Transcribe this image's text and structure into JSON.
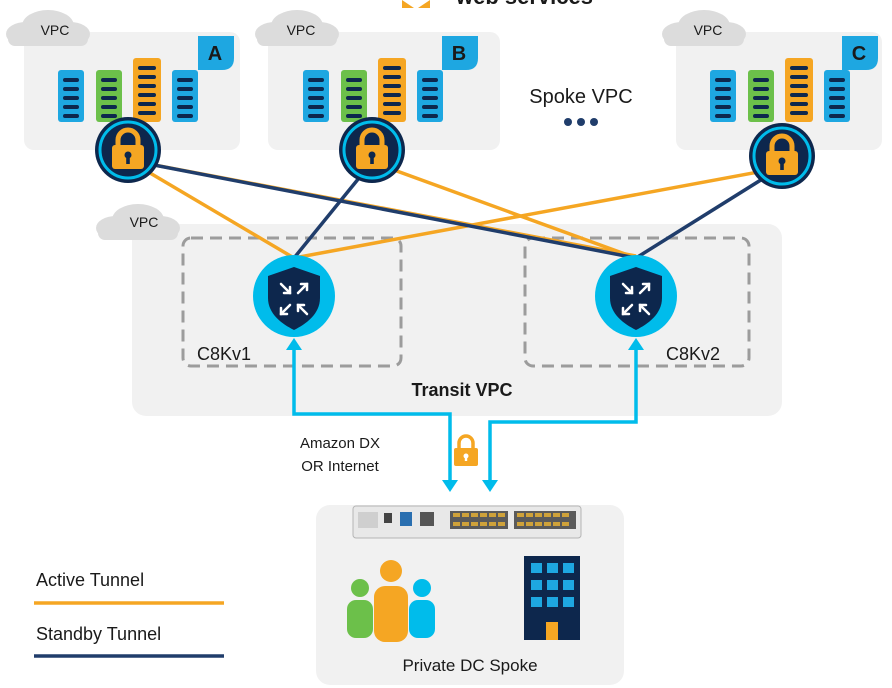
{
  "header": {
    "logo_text": "web services"
  },
  "vpcs": [
    {
      "cloud_label": "VPC",
      "badge": "A"
    },
    {
      "cloud_label": "VPC",
      "badge": "B"
    },
    {
      "cloud_label": "VPC",
      "badge": "C"
    }
  ],
  "spoke_label": "Spoke VPC",
  "transit": {
    "cloud_label": "VPC",
    "title": "Transit VPC"
  },
  "routers": [
    {
      "label": "C8Kv1"
    },
    {
      "label": "C8Kv2"
    }
  ],
  "connection": {
    "line1": "Amazon DX",
    "line2": "OR Internet"
  },
  "dc": {
    "label": "Private DC Spoke"
  },
  "legend": [
    {
      "label": "Active Tunnel",
      "color": "#f5a623"
    },
    {
      "label": "Standby Tunnel",
      "color": "#203d6b"
    }
  ],
  "colors": {
    "active": "#f5a623",
    "standby": "#203d6b",
    "accent": "#00bceb",
    "panel": "#f1f1f1",
    "badge": "#1ea7e1",
    "lock": "#f5a623"
  }
}
